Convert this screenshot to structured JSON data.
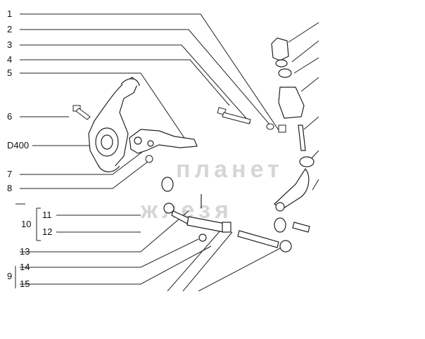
{
  "callouts": {
    "c1": "1",
    "c2": "2",
    "c3": "3",
    "c4": "4",
    "c5": "5",
    "c6": "6",
    "d400": "D400",
    "c7": "7",
    "c8": "8",
    "c10": "10",
    "c11": "11",
    "c12": "12",
    "c13": "13",
    "c14": "14",
    "c9": "9",
    "c15": "15"
  },
  "watermark": {
    "line1": "планет",
    "line2": "жлезя"
  },
  "colors": {
    "line": "#222222",
    "leader": "#333333",
    "watermark": "#d6d6d6",
    "background": "#ffffff"
  }
}
